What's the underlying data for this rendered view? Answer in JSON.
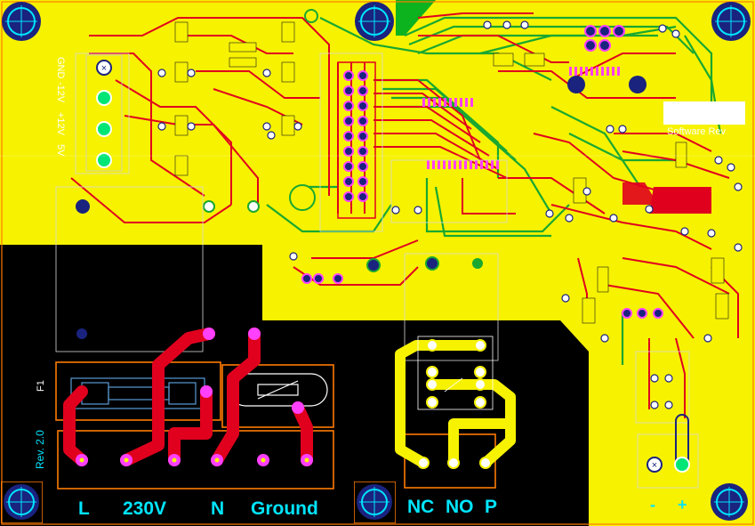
{
  "board": {
    "copper_color": "#f7f200",
    "background_color": "#000000",
    "top_trace_color": "#e0001e",
    "bottom_trace_color": "#1aa830",
    "pad_color": "#ff40ff",
    "via_color": "#1a237e",
    "silk_color": "#ffffff",
    "label_color": "#00e5ff",
    "outline_color": "#ff7a00"
  },
  "connectors": {
    "power_labels": [
      "L",
      "230V",
      "N",
      "Ground"
    ],
    "relay_labels": [
      "NC",
      "NO",
      "P"
    ],
    "dc_labels": [
      "-",
      "+"
    ],
    "supply_pins": [
      "GND",
      "-12V",
      "+12V",
      "5V"
    ]
  },
  "silkscreen": {
    "software_rev": "Software Rev",
    "board_rev": "Rev. 2.0",
    "fuse_ref": "F1"
  },
  "icons": [
    "mounting-hole-icon",
    "mounting-hole-icon",
    "mounting-hole-icon",
    "mounting-hole-icon",
    "mounting-hole-icon",
    "mounting-hole-icon",
    "mounting-hole-icon"
  ]
}
